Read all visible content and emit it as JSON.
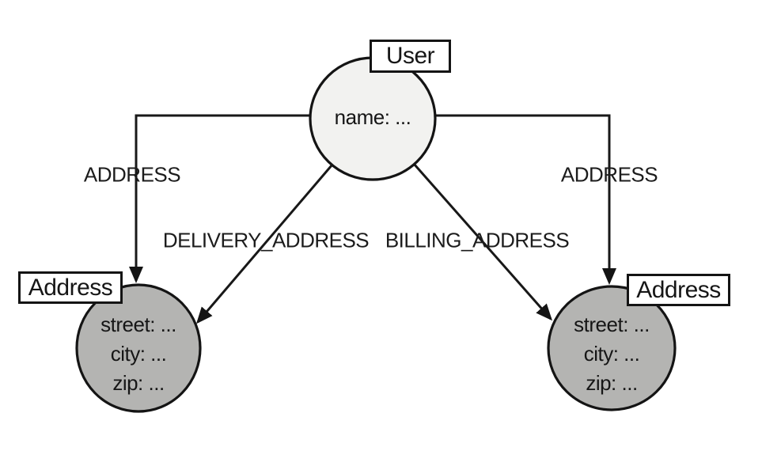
{
  "diagram": {
    "title": "user-address-graph-model",
    "background_color": "#ffffff",
    "stroke_color": "#181818",
    "nodes": [
      {
        "id": "user",
        "label": "User",
        "fill": "#f2f2f0",
        "properties": [
          "name: ..."
        ]
      },
      {
        "id": "address-left",
        "label": "Address",
        "fill": "#b4b4b2",
        "properties": [
          "street: ...",
          "city: ...",
          "zip: ..."
        ]
      },
      {
        "id": "address-right",
        "label": "Address",
        "fill": "#b4b4b2",
        "properties": [
          "street: ...",
          "city: ...",
          "zip: ..."
        ]
      }
    ],
    "edges": [
      {
        "from": "user",
        "to": "address-left",
        "label": "ADDRESS"
      },
      {
        "from": "user",
        "to": "address-left",
        "label": "DELIVERY_ADDRESS"
      },
      {
        "from": "user",
        "to": "address-right",
        "label": "BILLING_ADDRESS"
      },
      {
        "from": "user",
        "to": "address-right",
        "label": "ADDRESS"
      }
    ]
  }
}
